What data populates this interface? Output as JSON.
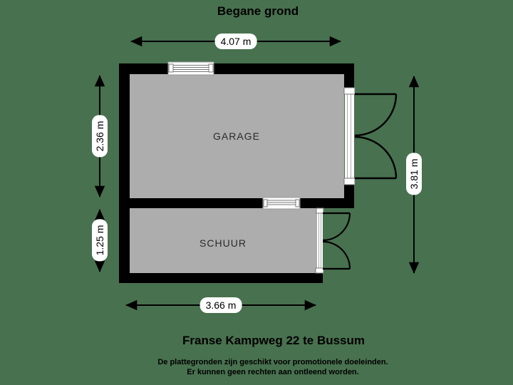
{
  "title": "Begane grond",
  "rooms": {
    "garage": "GARAGE",
    "schuur": "SCHUUR"
  },
  "dimensions": {
    "top_width": "4.07 m",
    "garage_height": "2.36 m",
    "schuur_height": "1.25 m",
    "total_height": "3.81 m",
    "bottom_width": "3.66 m"
  },
  "footer": {
    "address": "Franse Kampweg 22 te Bussum",
    "disclaimer_line1": "De plattegronden zijn geschikt voor promotionele doeleinden.",
    "disclaimer_line2": "Er kunnen geen rechten aan ontleend worden."
  },
  "colors": {
    "background": "#48714F",
    "wall": "#000000",
    "floor": "#ADADAD",
    "label_background": "#FFFFFF",
    "text": "#000000"
  }
}
